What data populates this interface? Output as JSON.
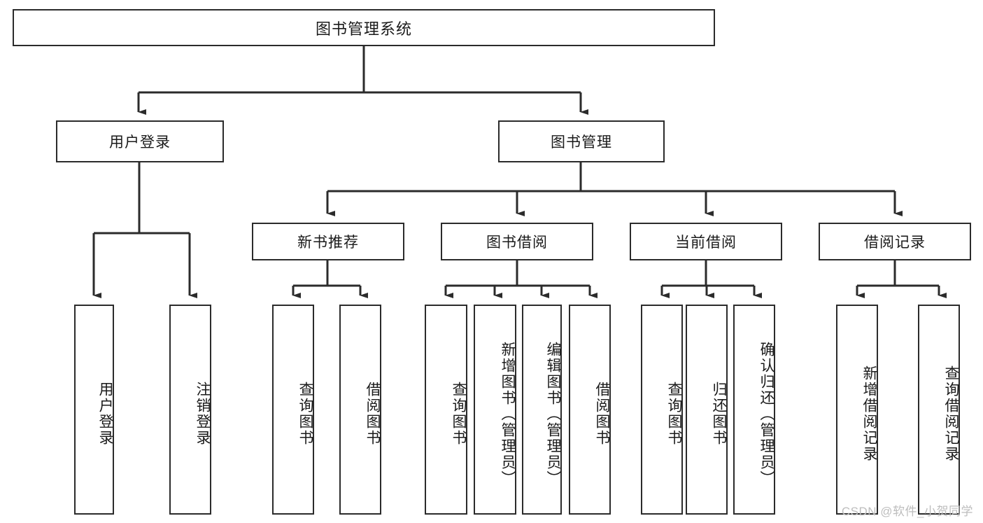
{
  "diagram": {
    "title": "图书管理系统",
    "type": "tree-hierarchy-diagram",
    "line_color": "#2b2b2b",
    "box_fill": "#ffffff",
    "text_color": "#1a1a1a",
    "root": {
      "label": "图书管理系统"
    },
    "level2": [
      {
        "label": "用户登录"
      },
      {
        "label": "图书管理"
      }
    ],
    "level3": [
      {
        "label": "新书推荐"
      },
      {
        "label": "图书借阅"
      },
      {
        "label": "当前借阅"
      },
      {
        "label": "借阅记录"
      }
    ],
    "leaves": {
      "user_login": [
        {
          "label": "用户登录"
        },
        {
          "label": "注销登录"
        }
      ],
      "new_book_recommend": [
        {
          "label": "查询图书"
        },
        {
          "label": "借阅图书"
        }
      ],
      "book_borrow": [
        {
          "label": "查询图书"
        },
        {
          "label": "新增图书（管理员）"
        },
        {
          "label": "编辑图书（管理员）"
        },
        {
          "label": "借阅图书"
        }
      ],
      "current_borrow": [
        {
          "label": "查询图书"
        },
        {
          "label": "归还图书"
        },
        {
          "label": "确认归还（管理员）"
        }
      ],
      "borrow_record": [
        {
          "label": "新增借阅记录"
        },
        {
          "label": "查询借阅记录"
        }
      ]
    }
  },
  "watermark": {
    "text": "CSDN @软件_小贺同学",
    "color": "#bdbdbd"
  }
}
